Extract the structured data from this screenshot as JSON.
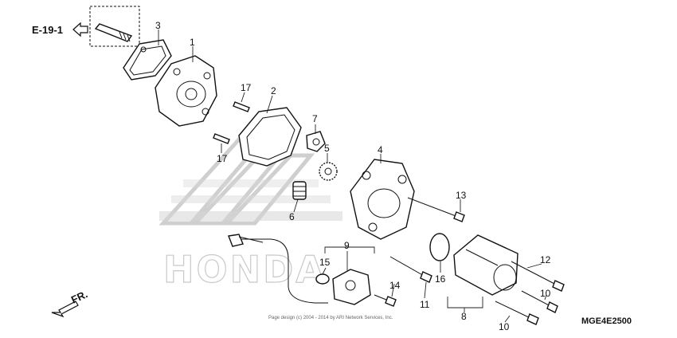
{
  "reference": {
    "label": "E-19-1",
    "arrow_icon": "left-arrow-icon"
  },
  "direction": {
    "label": "FR.",
    "arrow_icon": "down-left-arrow-icon"
  },
  "watermark": {
    "brand_text": "HONDA"
  },
  "footer": {
    "copyright": "Page design (c) 2004 - 2014 by ARI Network Services, Inc.",
    "diagram_code": "MGE4E2500"
  },
  "callouts": [
    {
      "key": "c3",
      "number": "3"
    },
    {
      "key": "c1",
      "number": "1"
    },
    {
      "key": "c17a",
      "number": "17"
    },
    {
      "key": "c2",
      "number": "2"
    },
    {
      "key": "c7",
      "number": "7"
    },
    {
      "key": "c5",
      "number": "5"
    },
    {
      "key": "c17b",
      "number": "17"
    },
    {
      "key": "c4",
      "number": "4"
    },
    {
      "key": "c13",
      "number": "13"
    },
    {
      "key": "c6",
      "number": "6"
    },
    {
      "key": "c9",
      "number": "9"
    },
    {
      "key": "c15",
      "number": "15"
    },
    {
      "key": "c16",
      "number": "16"
    },
    {
      "key": "c12",
      "number": "12"
    },
    {
      "key": "c14",
      "number": "14"
    },
    {
      "key": "c11",
      "number": "11"
    },
    {
      "key": "c10a",
      "number": "10"
    },
    {
      "key": "c8",
      "number": "8"
    },
    {
      "key": "c10b",
      "number": "10"
    }
  ]
}
